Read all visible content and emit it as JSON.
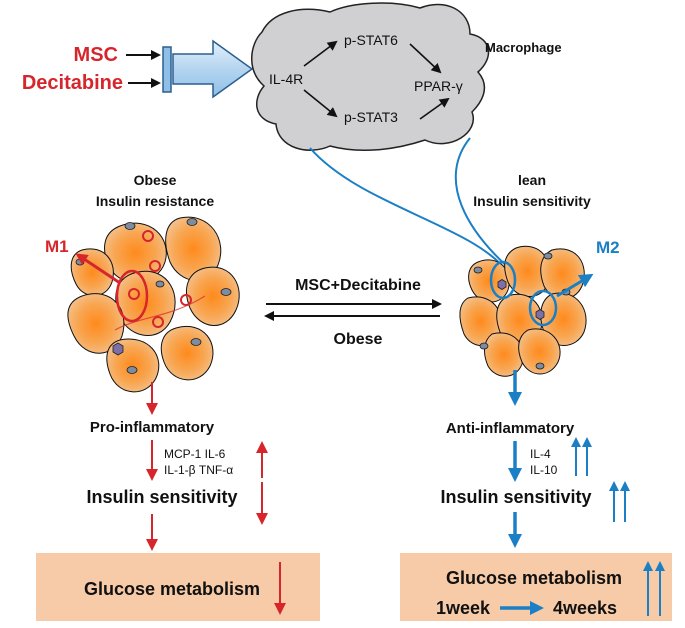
{
  "inputs": {
    "msc": "MSC",
    "decitabine": "Decitabine"
  },
  "macrophage": {
    "title": "Macrophage",
    "receptor": "IL-4R",
    "stat6": "p-STAT6",
    "stat3": "p-STAT3",
    "ppar": "PPAR-γ"
  },
  "left": {
    "state_line1": "Obese",
    "state_line2": "Insulin resistance",
    "polarization": "M1",
    "inflammation": "Pro-inflammatory",
    "cytokines_line1": "MCP-1 IL-6",
    "cytokines_line2": "IL-1-β  TNF-α",
    "insulin": "Insulin sensitivity",
    "glucose": "Glucose metabolism"
  },
  "center": {
    "forward": "MSC+Decitabine",
    "reverse": "Obese"
  },
  "right": {
    "state_line1": "lean",
    "state_line2": "Insulin sensitivity",
    "polarization": "M2",
    "inflammation": "Anti-inflammatory",
    "cytokines_line1": "IL-4",
    "cytokines_line2": "IL-10",
    "insulin": "Insulin sensitivity",
    "glucose": "Glucose metabolism",
    "time_start": "1week",
    "time_end": "4weeks"
  },
  "colors": {
    "red": "#d7262b",
    "blue": "#1a7fc4",
    "adipocyte": "#f6a14b",
    "box": "#f8cba8",
    "cloud": "#d0d0d2"
  }
}
